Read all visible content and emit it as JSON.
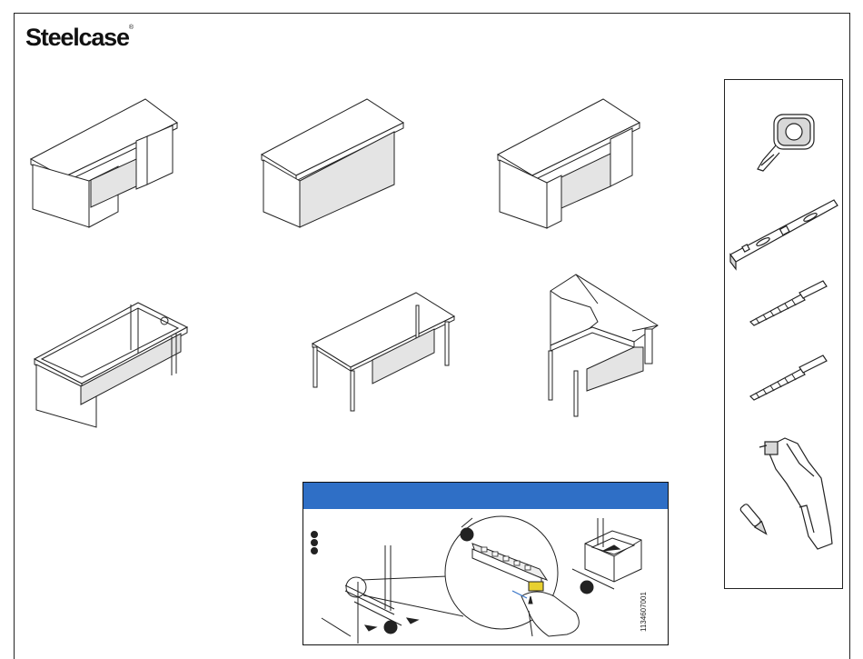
{
  "brand": {
    "name": "Steelcase",
    "mark": "®"
  },
  "products": [
    {
      "id": "desk-double-pedestal"
    },
    {
      "id": "desk-full-panel"
    },
    {
      "id": "desk-single-pedestal-right"
    },
    {
      "id": "desk-frame-open"
    },
    {
      "id": "table-desk-legs"
    },
    {
      "id": "corner-desk"
    }
  ],
  "tools": [
    {
      "icon": "tape-measure-icon"
    },
    {
      "icon": "level-icon"
    },
    {
      "icon": "drill-bit-icon"
    },
    {
      "icon": "drill-bit-icon"
    },
    {
      "icon": "power-drill-icon"
    }
  ],
  "warning_panel": {
    "header_color": "#2f6fc6",
    "header_text": "",
    "doc_number": "1134607001"
  },
  "colors": {
    "accent": "#2f6fc6",
    "panel_fill": "#e4e4e4",
    "line": "#222222",
    "highlight": "#e8d030"
  }
}
